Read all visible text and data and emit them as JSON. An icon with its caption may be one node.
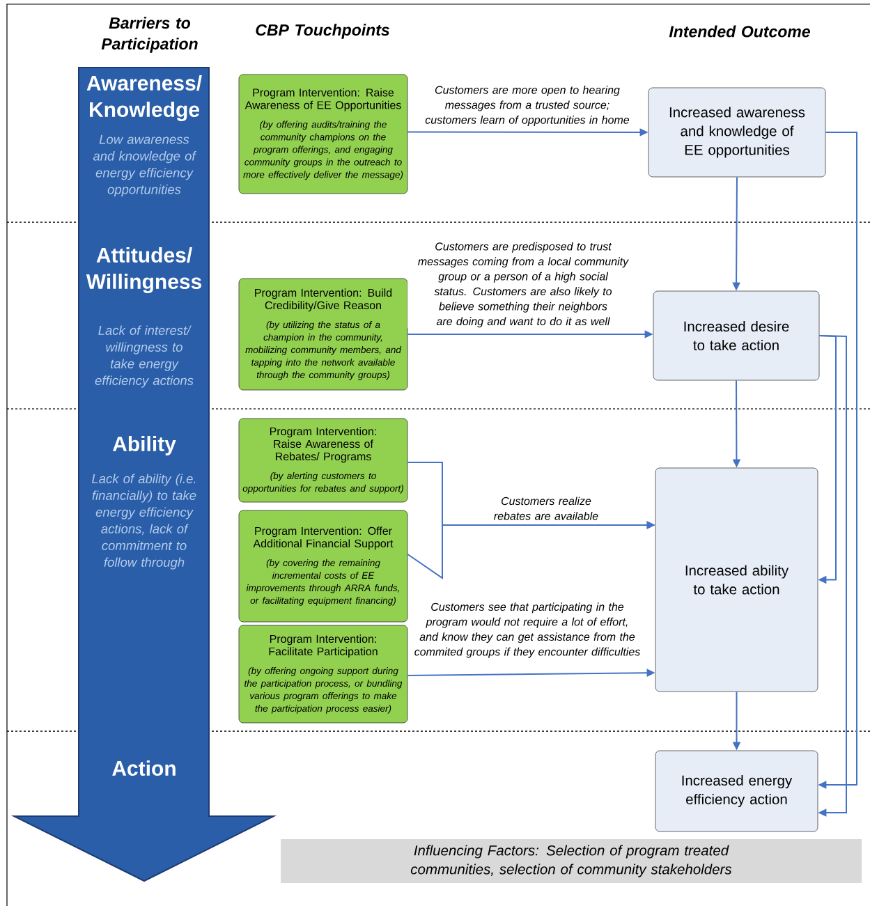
{
  "diagram": {
    "nodes": [
      {
        "text": [
          "Awareness/ Knowledge",
          "Low awareness and knowledge of energy efficiency opportunities",
          "Attitudes/ Willingness",
          "Lack of interest/ willingness to take energy efficiency actions",
          "Ability",
          "Lack of ability (i.e. financially) to take energy efficiency actions, lack of commitment to follow through",
          "Action"
        ]
      },
      {
        "text": [
          "Program Intervention: Raise Awareness of EE Opportunities",
          "(by offering audits/training the community champions on the program offerings, and engaging community groups in the outreach to more effectively deliver the message)"
        ]
      },
      {
        "text": [
          "Increased awareness and knowledge of EE opportunities"
        ]
      },
      {
        "text": [
          "Program Intervention: Build Credibility/Give Reason",
          "(by utilizing the status of a champion in the community, mobilizing community members, and tapping into the network available through the community groups)"
        ]
      },
      {
        "text": [
          "Increased desire to take action"
        ]
      },
      {
        "text": [
          "Program Intervention: Raise Awareness of Rebates/ Programs",
          "(by alerting customers to opportunities for rebates and support)"
        ]
      },
      {
        "text": [
          "Program Intervention: Offer Additional Financial Support",
          "(by covering the remaining incremental costs of EE improvements through ARRA funds, or facilitating equipment financing)"
        ]
      },
      {
        "text": [
          "Program Intervention: Facilitate Participation",
          "(by offering ongoing support during the participation process, or bundling various program offerings to make the participation process easier)"
        ]
      },
      {
        "text": [
          "Increased ability to take action"
        ]
      },
      {
        "text": [
          "Increased energy efficiency action"
        ]
      },
      {
        "text": [
          "Influencing Factors: Selection of program treated communities, selection of community stakeholders"
        ]
      }
    ],
    "edges": [
      {
        "from": 1,
        "to": 2,
        "arrow": "to",
        "label": "Customers are more open to hearing messages from a trusted source; customers learn of opportunities in home"
      },
      {
        "from": 2,
        "to": 4,
        "arrow": "to"
      },
      {
        "from": 3,
        "to": 4,
        "arrow": "to",
        "label": "Customers are predisposed to trust messages coming from a local community group or a person of a high social status. Customers are also likely to believe something their neighbors are doing and want to do it as well"
      },
      {
        "from": 4,
        "to": 8,
        "arrow": "to"
      },
      {
        "from": 4,
        "to": 8,
        "arrow": "to"
      },
      {
        "from": 4,
        "to": 9,
        "arrow": "to"
      },
      {
        "from": 2,
        "to": 9,
        "arrow": "to"
      },
      {
        "from": 5,
        "to": 8,
        "arrow": "to",
        "label": "Customers realize rebates are available"
      },
      {
        "from": 6,
        "to": 8,
        "arrow": "to"
      },
      {
        "from": 7,
        "to": 8,
        "arrow": "to",
        "label": "Customers see that participating in the program would not require a lot of effort, and know they can get assistance from the commited groups if they encounter difficulties"
      },
      {
        "from": 8,
        "to": 9,
        "arrow": "to"
      }
    ],
    "labels": [
      "Barriers to Participation",
      "CBP Touchpoints",
      "Intended Outcome"
    ]
  }
}
